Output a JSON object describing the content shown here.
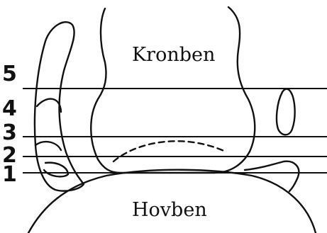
{
  "labels": {
    "upper_bone": "Kronben",
    "lower_bone": "Hovben"
  },
  "levels": [
    {
      "number": "5"
    },
    {
      "number": "4"
    },
    {
      "number": "3"
    },
    {
      "number": "2"
    },
    {
      "number": "1"
    }
  ],
  "colors": {
    "ink": "#111111",
    "background": "#ffffff"
  }
}
